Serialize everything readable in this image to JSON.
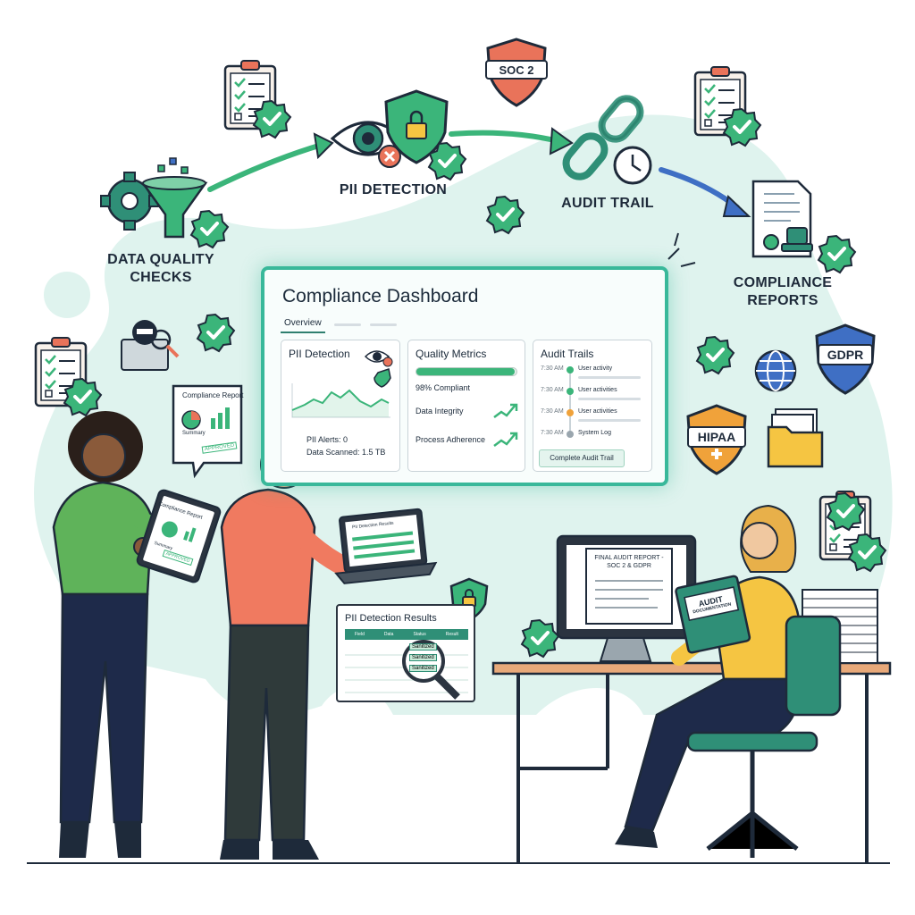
{
  "workflow": {
    "steps": [
      {
        "label_lines": [
          "DATA QUALITY",
          "CHECKS"
        ]
      },
      {
        "label_lines": [
          "PII DETECTION"
        ]
      },
      {
        "label_lines": [
          "AUDIT TRAIL"
        ]
      },
      {
        "label_lines": [
          "COMPLIANCE",
          "REPORTS"
        ]
      }
    ]
  },
  "badges": {
    "soc2": "SOC 2",
    "gdpr": "GDPR",
    "hipaa": "HIPAA"
  },
  "dashboard": {
    "title": "Compliance Dashboard",
    "tab": "Overview",
    "pii_panel": {
      "title": "PII Detection",
      "alerts_label": "PII Alerts: 0",
      "scanned_label": "Data Scanned: 1.5 TB"
    },
    "quality_panel": {
      "title": "Quality Metrics",
      "compliant_label": "98% Compliant",
      "compliant_fraction": 0.98,
      "rows": [
        "Data Integrity",
        "Process Adherence"
      ]
    },
    "audit_panel": {
      "title": "Audit Trails",
      "entries": [
        {
          "time": "7:30 AM",
          "text": "User activity"
        },
        {
          "time": "7:30 AM",
          "text": "User activities"
        },
        {
          "time": "7:30 AM",
          "text": "User activities"
        },
        {
          "time": "7:30 AM",
          "text": "System Log"
        }
      ],
      "button": "Complete Audit Trail"
    }
  },
  "documents": {
    "compliance_report": {
      "title": "Compliance Report",
      "summary": "Summary",
      "stamp": "APPROVED"
    },
    "tablet": {
      "title": "Compliance Report",
      "summary": "Summary",
      "stamp": "APPROVED"
    },
    "laptop_screen": {
      "title": "PII Detection Results"
    },
    "pii_results": {
      "title": "PII Detection Results",
      "headers": [
        "Field",
        "Data",
        "Status",
        "Result"
      ],
      "tags": [
        "Sanitized",
        "Sanitized",
        "Sanitized"
      ]
    },
    "final_report": {
      "title_lines": [
        "FINAL AUDIT REPORT -",
        "SOC 2 & GDPR"
      ]
    },
    "binder": {
      "lines": [
        "AUDIT",
        "DOCUMENTATION"
      ]
    }
  },
  "colors": {
    "accent_teal": "#39b89a",
    "check_green": "#3bb57a",
    "shield_orange": "#e9735a",
    "shield_blue": "#3f6fc4",
    "hipaa_orange": "#f0a23a",
    "bg_mint": "#dff3ee"
  }
}
